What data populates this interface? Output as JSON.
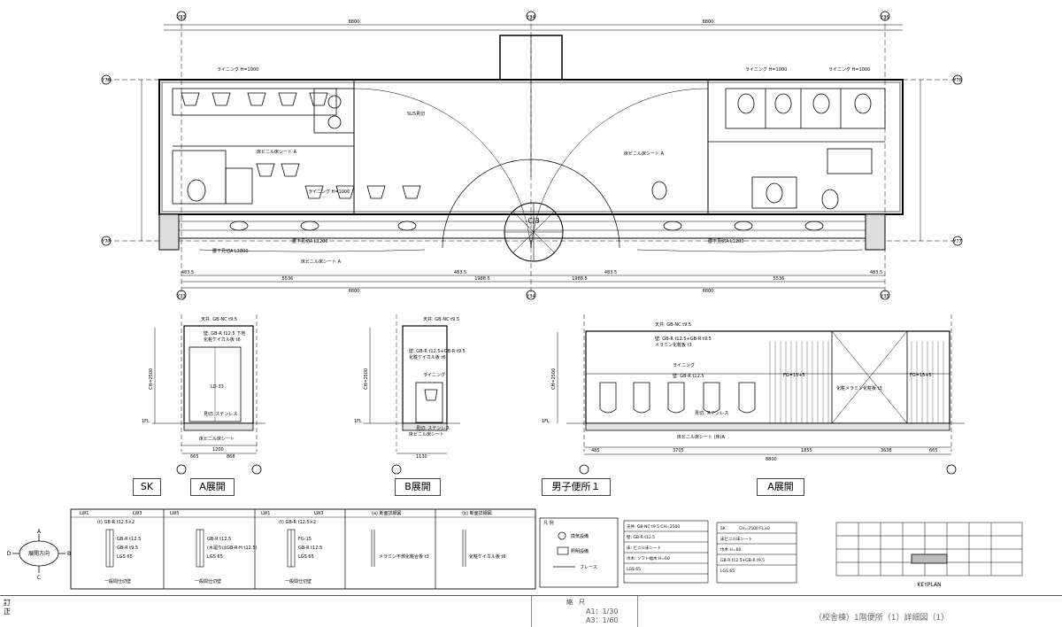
{
  "plan": {
    "grid_top": [
      "Y33",
      "Y34",
      "Y35"
    ],
    "grid_bottom": [
      "Y33",
      "Y34",
      "Y35"
    ],
    "grid_side": [
      "Y76",
      "Y77"
    ],
    "dims_top": [
      "8800",
      "8800"
    ],
    "dims_bottom_outer": [
      "8800",
      "8800"
    ],
    "dims_bottom_inner": [
      "5536",
      "1988.5",
      "1988.5",
      "5536"
    ],
    "dims_bottom_mid": [
      "483.5",
      "483.5",
      "483.5",
      "483.5"
    ],
    "center_symbol": "C/3",
    "labels": [
      "ライニング H=1000",
      "ライニング H=1000",
      "ライニング H=1000",
      "ライニング H=1000",
      "床ビニル床シート A",
      "床ビニル床シート A",
      "SUS見切",
      "腰下見切A L1200",
      "腰下見切A L1200",
      "腰下見切A L1800",
      "床ビニル床シート A"
    ]
  },
  "elev_a": {
    "labels": [
      "天井: GB-NC t9.5",
      "壁: GB-R t12.5 下地",
      "化粧ケイカル板 t6",
      "LD-33",
      "見切: ステンレス",
      "床ビニル床シート",
      "CH=2500",
      "1FL"
    ],
    "dims": [
      "665",
      "868",
      "1200"
    ]
  },
  "elev_b": {
    "labels": [
      "天井: GB-NC t9.5",
      "壁: GB-R t12.5+GB-R t9.5",
      "化粧ケイカル板 t6",
      "ライニング",
      "見切: ステンレス",
      "床ビニル床シート",
      "CH=2500",
      "1FL"
    ],
    "dims": [
      "1130"
    ]
  },
  "elev_c": {
    "labels": [
      "天井: GB-NC t9.5",
      "壁: GB-R t12.5+GB-R t9.5",
      "メラミン化粧板 t3",
      "壁: GB-R t12.5",
      "ライニング",
      "見切: ステンレス",
      "床ビニル床シート (床)A",
      "FG=15+5",
      "化粧メラミン化粧板 t3",
      "FG=15+5",
      "CH=2500",
      "1FL"
    ],
    "dims": [
      "485",
      "3705",
      "1855",
      "3638",
      "665",
      "8800"
    ]
  },
  "titles": {
    "sk": "SK",
    "a1": "A展開",
    "b": "B展開",
    "men": "男子便所１",
    "a2": "A展開"
  },
  "compass": {
    "label": "展開方向",
    "n": "A",
    "e": "B",
    "s": "C",
    "w": "D"
  },
  "details": [
    {
      "tag": "LW1",
      "tag2": "LW3",
      "note": "(t) GB-R t12.5×2",
      "layers": [
        "GB-R t12.5",
        "GB-R t9.5",
        "LGS 65"
      ],
      "footer": "一般間仕切壁"
    },
    {
      "tag": "LW5",
      "tag2": "",
      "note": "",
      "layers": [
        "GB-R t12.5",
        "(水廻りはGB-R-H t12.5)",
        "LGS 65"
      ],
      "footer": "一般間仕切壁"
    },
    {
      "tag": "LW1",
      "tag2": "LW3",
      "note": "(t) GB-R t12.5×2",
      "layers": [
        "FG-15",
        "GB-R t12.5",
        "LGS 65"
      ],
      "footer": "一般間仕切壁"
    },
    {
      "tag": "(a) 断面詳細図",
      "tag2": "",
      "note": "",
      "layers": [
        "メラミン不燃化粧合板 t3"
      ],
      "footer": ""
    },
    {
      "tag": "(b) 断面詳細図",
      "tag2": "",
      "note": "",
      "layers": [
        "化粧ケイカル板 t6"
      ],
      "footer": ""
    }
  ],
  "legend": {
    "title": "凡 例",
    "items": [
      "換気設備",
      "照明設備",
      "ブレース"
    ]
  },
  "finish_table_1": {
    "rows": [
      "天井: GB-NC t9.5  CH=2500",
      "壁: GB-R t12.5",
      "床: ビニル床シート",
      "巾木: ソフト幅木 H=60",
      "LGS 65"
    ]
  },
  "finish_table_2": {
    "head": "SK",
    "rows": [
      "CH=2500  FL±0",
      "床ビニル床シート",
      "巾木 H=60",
      "GB-R t12.5+GB-R t9.5",
      "LGS 65"
    ]
  },
  "keyplan": {
    "label": "KEYPLAN"
  },
  "title_block": {
    "revision_label": "訂\n正",
    "scale_label": "縮　尺",
    "scale_a1": "A1：1/30",
    "scale_a3": "A3：1/60",
    "drawing_title": "（校舎棟）1階便所（1）詳細図（1）"
  }
}
